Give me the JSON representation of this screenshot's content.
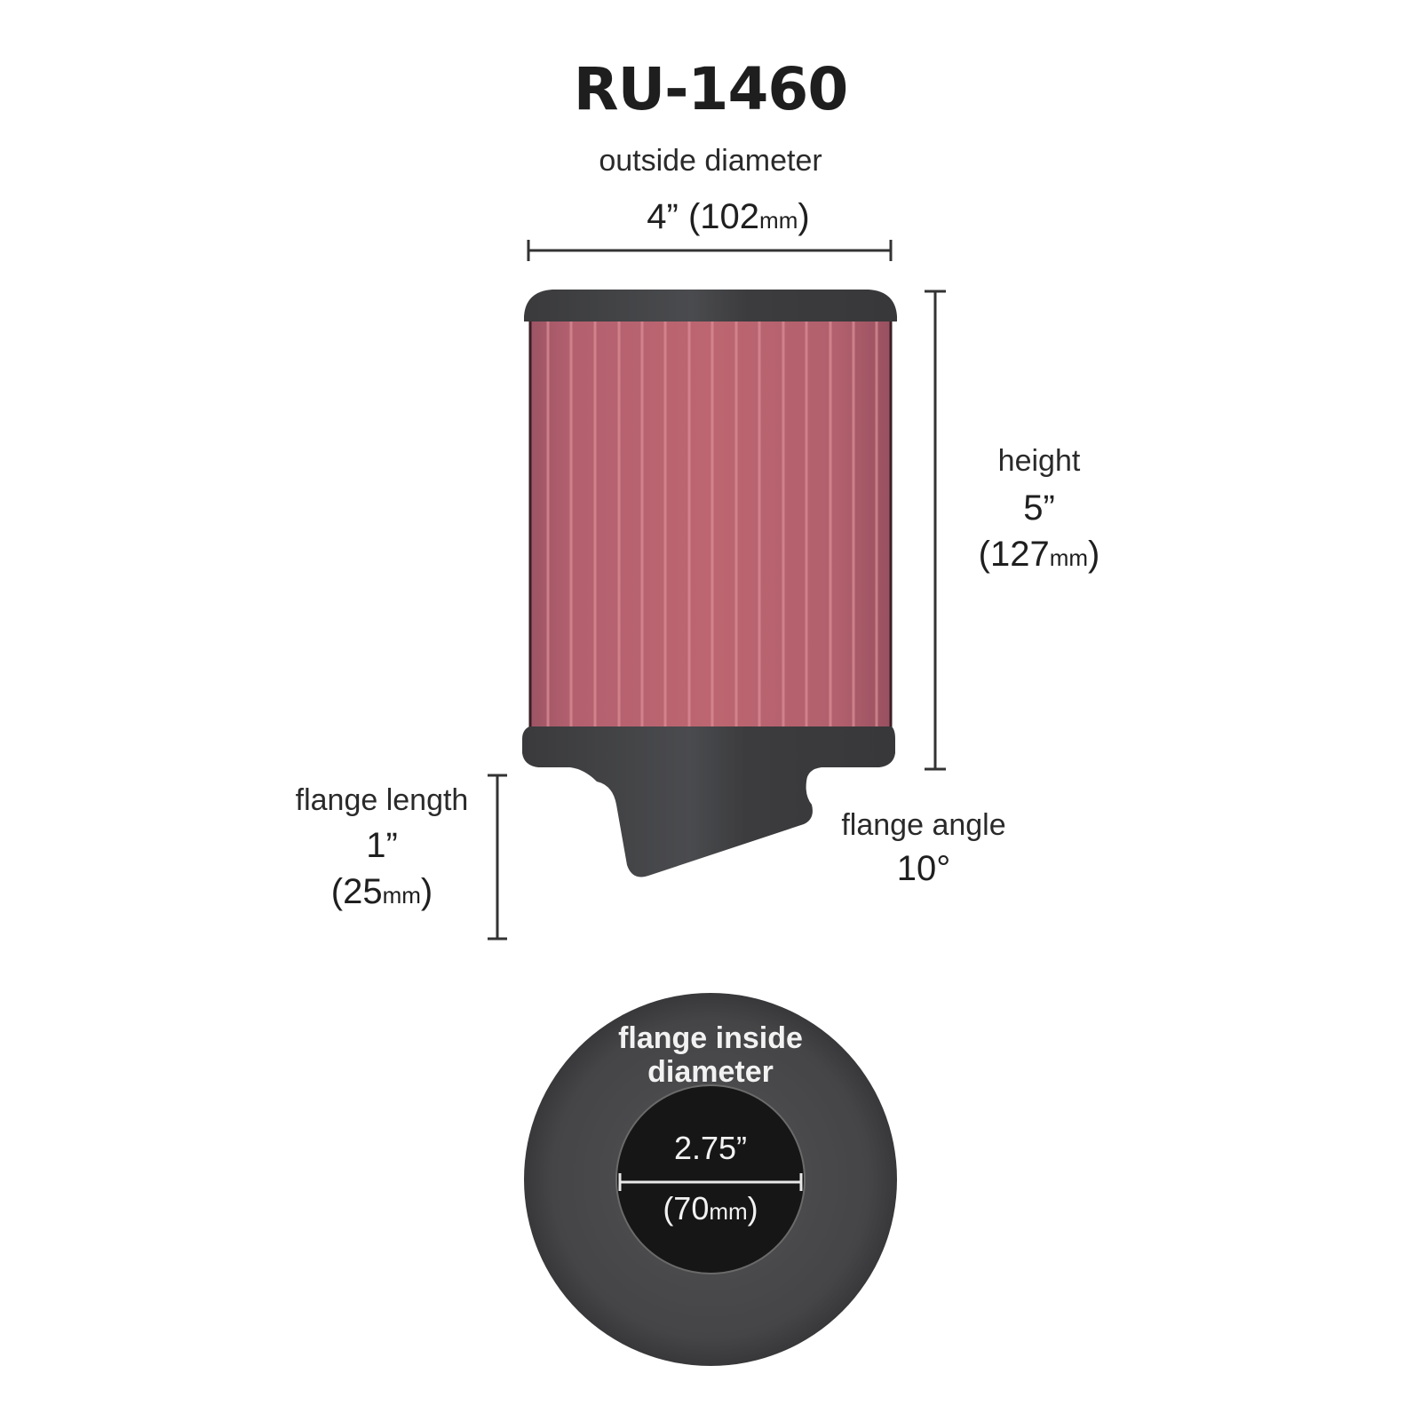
{
  "title": "RU-1460",
  "outside_diameter": {
    "label": "outside diameter",
    "inches": "4”",
    "mm_open": "(102",
    "mm_unit": "mm",
    "mm_close": ")"
  },
  "height": {
    "label": "height",
    "inches": "5”",
    "mm_open": "(127",
    "mm_unit": "mm",
    "mm_close": ")"
  },
  "flange_length": {
    "label": "flange length",
    "inches": "1”",
    "mm_open": "(25",
    "mm_unit": "mm",
    "mm_close": ")"
  },
  "flange_angle": {
    "label": "flange angle",
    "value": "10°"
  },
  "flange_inside_diameter": {
    "label_line1": "flange inside",
    "label_line2": "diameter",
    "inches": "2.75”",
    "mm_open": "(70",
    "mm_unit": "mm",
    "mm_close": ")"
  },
  "colors": {
    "filter_media": "#b8606e",
    "rubber": "#3d3d3f",
    "inner_hole": "#161616",
    "text": "#222222"
  }
}
